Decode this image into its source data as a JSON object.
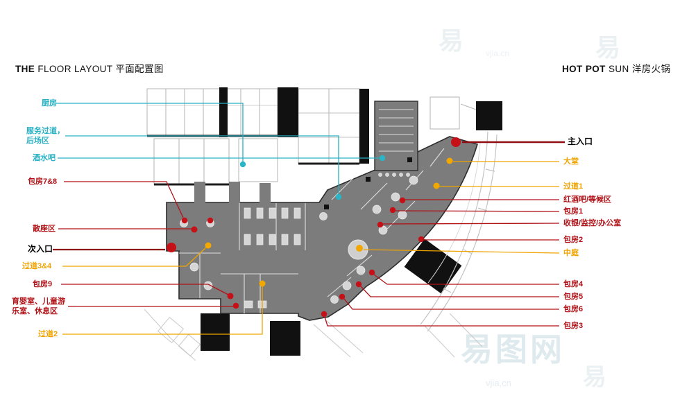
{
  "header": {
    "left": {
      "strong": "THE",
      "rest": " FLOOR LAYOUT 平面配置图"
    },
    "right": {
      "strong": "HOT POT",
      "rest": " SUN 洋房火锅"
    }
  },
  "labels": {
    "kitchen": "厨房",
    "service": "服务过道，\n后场区",
    "bar": "酒水吧",
    "room78": "包房7&8",
    "openseat": "散座区",
    "sideentry": "次入口",
    "corridor34": "过道3&4",
    "room9": "包房9",
    "nursery": "育婴室、儿童游\n乐室、休息区",
    "corridor2": "过道2",
    "mainentry": "主入口",
    "lobby": "大堂",
    "corridor1": "过道1",
    "winebar": "红酒吧/等候区",
    "room1": "包房1",
    "cashier": "收银/监控/办公室",
    "room2": "包房2",
    "atrium": "中庭",
    "room4": "包房4",
    "room5": "包房5",
    "room6": "包房6",
    "room3": "包房3"
  },
  "watermark": {
    "glyph": "易",
    "site": "vjia.cn",
    "big": "易图网"
  },
  "colors": {
    "cyan": "#27b1c3",
    "red": "#b01217",
    "dot_red": "#c41016",
    "yellow": "#f0a300",
    "black": "#000000",
    "floor_gray": "#7c7c7c",
    "wall_black": "#1c1c1c",
    "outline_gray": "#b3b3b3"
  }
}
